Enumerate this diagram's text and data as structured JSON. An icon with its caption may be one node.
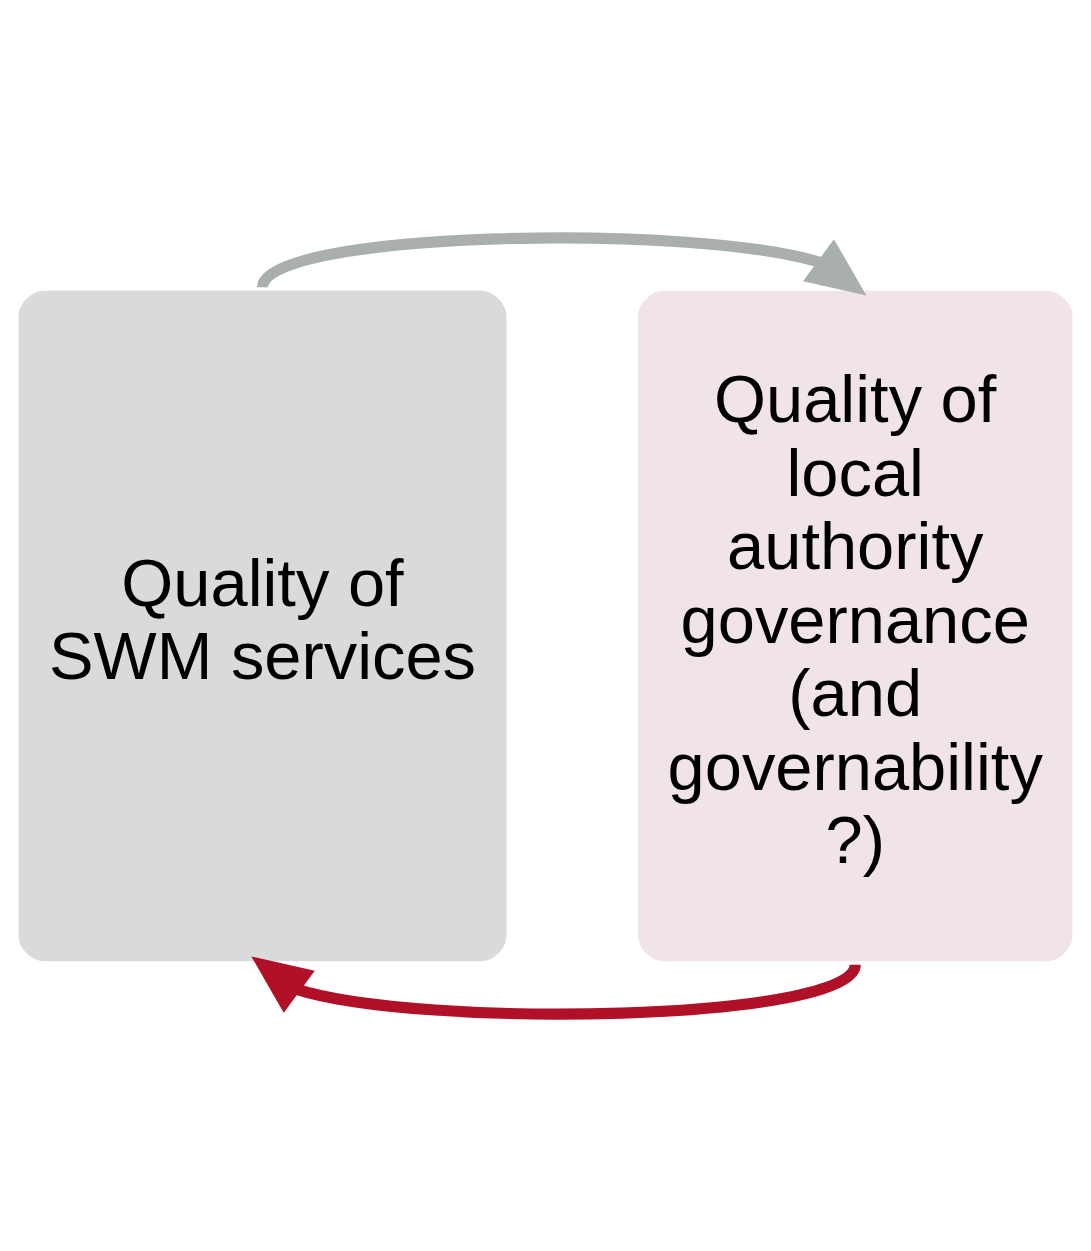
{
  "diagram": {
    "nodes": [
      {
        "text": [
          "Quality of SWM services"
        ]
      },
      {
        "text": [
          "Quality of local authority governance",
          "(and governability ?)"
        ]
      }
    ],
    "edges": [
      {
        "from": 0,
        "to": 1,
        "arrow": "to",
        "color": "#a9b0ab"
      },
      {
        "from": 1,
        "to": 0,
        "arrow": "to",
        "color": "#b01028"
      }
    ]
  }
}
